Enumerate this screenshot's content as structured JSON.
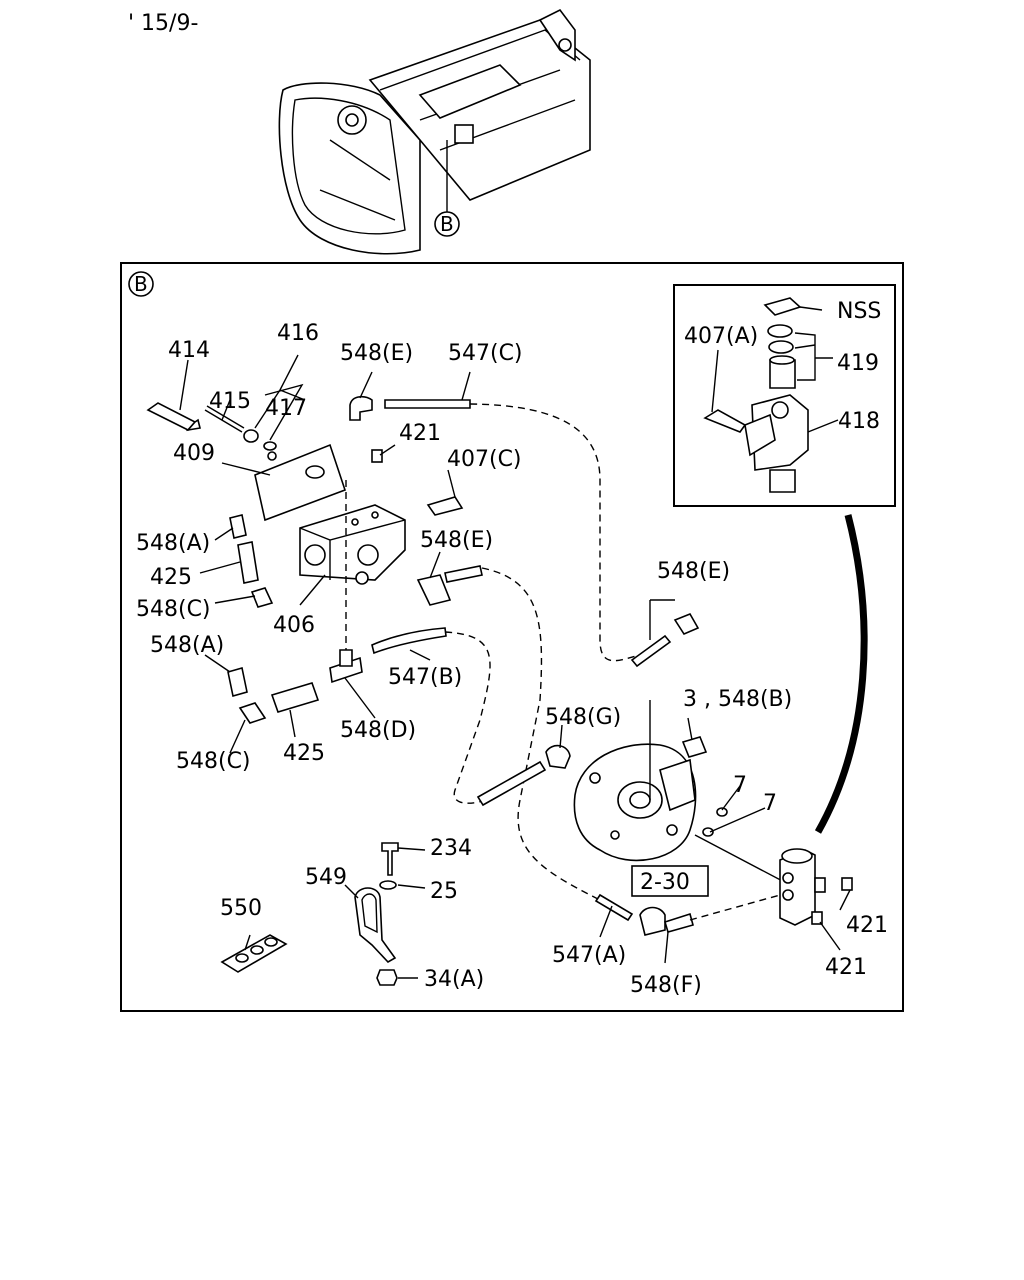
{
  "header": {
    "date_code": "' 15/9-"
  },
  "overview": {
    "callout": "B"
  },
  "panel": {
    "callout": "B"
  },
  "ref_box": "2-30",
  "labels": {
    "p414": "414",
    "p415": "415",
    "p416": "416",
    "p417": "417",
    "p409": "409",
    "p548e_1": "548(E)",
    "p547c": "547(C)",
    "p421_1": "421",
    "p407c": "407(C)",
    "p548a_1": "548(A)",
    "p425_1": "425",
    "p548c_1": "548(C)",
    "p406": "406",
    "p548e_2": "548(E)",
    "p548e_3": "548(E)",
    "p548a_2": "548(A)",
    "p547b": "547(B)",
    "p548d": "548(D)",
    "p548c_2": "548(C)",
    "p425_2": "425",
    "p3_548b": "3 , 548(B)",
    "p548g": "548(G)",
    "p7_1": "7",
    "p7_2": "7",
    "p234": "234",
    "p549": "549",
    "p25": "25",
    "p550": "550",
    "p34a": "34(A)",
    "p547a": "547(A)",
    "p548f": "548(F)",
    "p421_2": "421",
    "p421_3": "421",
    "nss": "NSS",
    "p407a": "407(A)",
    "p419": "419",
    "p418": "418"
  }
}
